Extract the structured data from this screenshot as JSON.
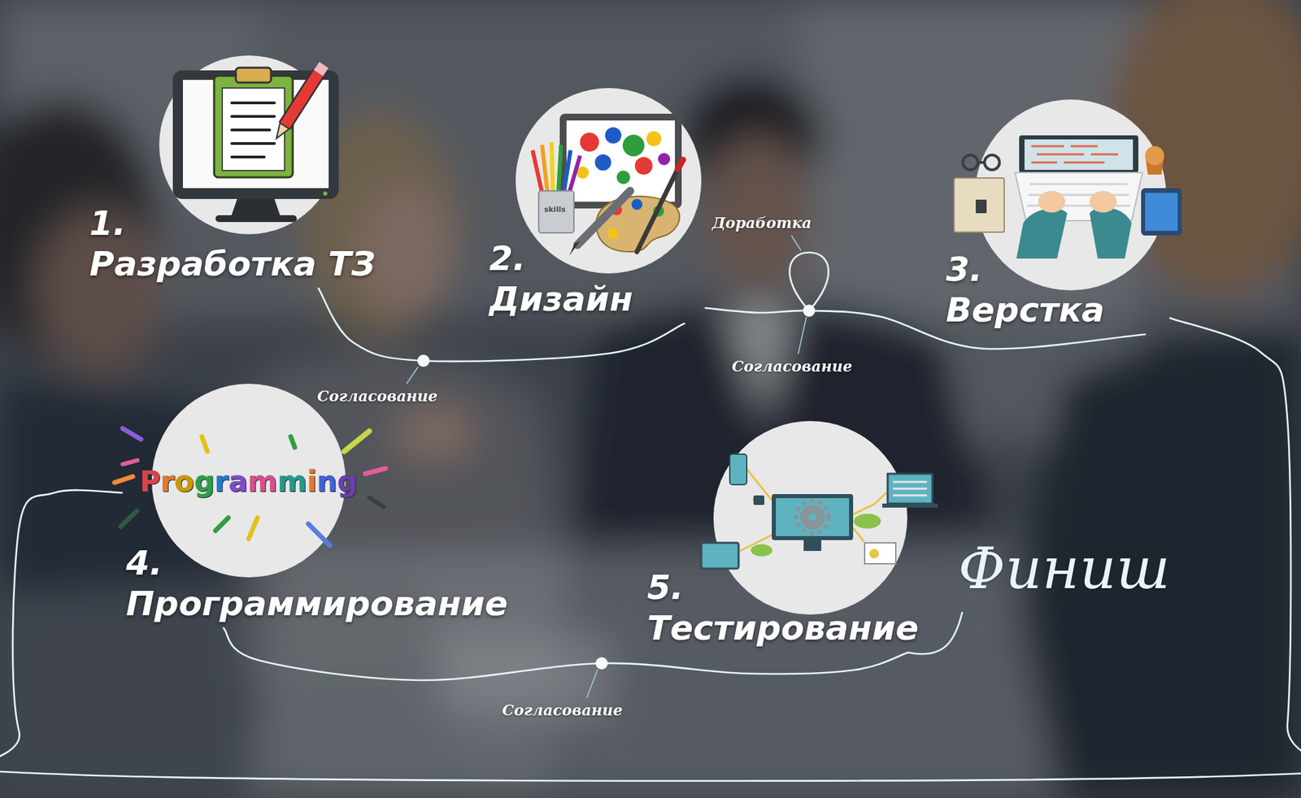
{
  "diagram": {
    "nodes": [
      {
        "text": [
          "1. Разработка ТЗ"
        ]
      },
      {
        "text": [
          "2. Дизайн"
        ]
      },
      {
        "text": [
          "3. Верстка"
        ]
      },
      {
        "text": [
          "Programming",
          "4. Программирование"
        ]
      },
      {
        "text": [
          "5. Тестирование"
        ]
      }
    ],
    "edges": [
      {
        "from": 0,
        "to": 1,
        "label": "Согласование",
        "arrow": "none"
      },
      {
        "from": 1,
        "to": 2,
        "label": "Согласование",
        "arrow": "none"
      },
      {
        "from": 2,
        "to": 3,
        "arrow": "none"
      },
      {
        "from": 3,
        "to": 4,
        "label": "Согласование",
        "arrow": "none"
      }
    ],
    "labels": [
      "Доработка",
      "Финиш",
      "skills"
    ]
  }
}
